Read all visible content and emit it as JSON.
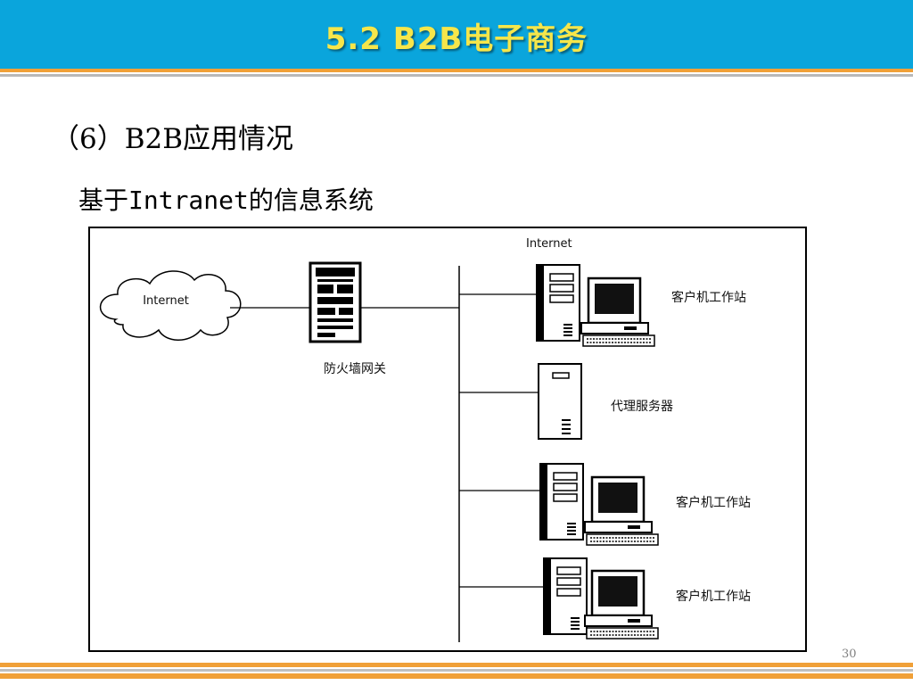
{
  "header": {
    "title": "5.2  B2B电子商务"
  },
  "content": {
    "heading": "（6）B2B应用情况",
    "subheading": "基于Intranet的信息系统"
  },
  "diagram": {
    "top_label": "Internet",
    "cloud_label": "Internet",
    "firewall_label": "防火墙网关",
    "nodes": [
      {
        "label": "客户机工作站"
      },
      {
        "label": "代理服务器"
      },
      {
        "label": "客户机工作站"
      },
      {
        "label": "客户机工作站"
      }
    ]
  },
  "footer": {
    "page_number": "30"
  },
  "colors": {
    "header_bg": "#0aa5dc",
    "title": "#f6e64a",
    "accent_line": "#f0a038"
  }
}
